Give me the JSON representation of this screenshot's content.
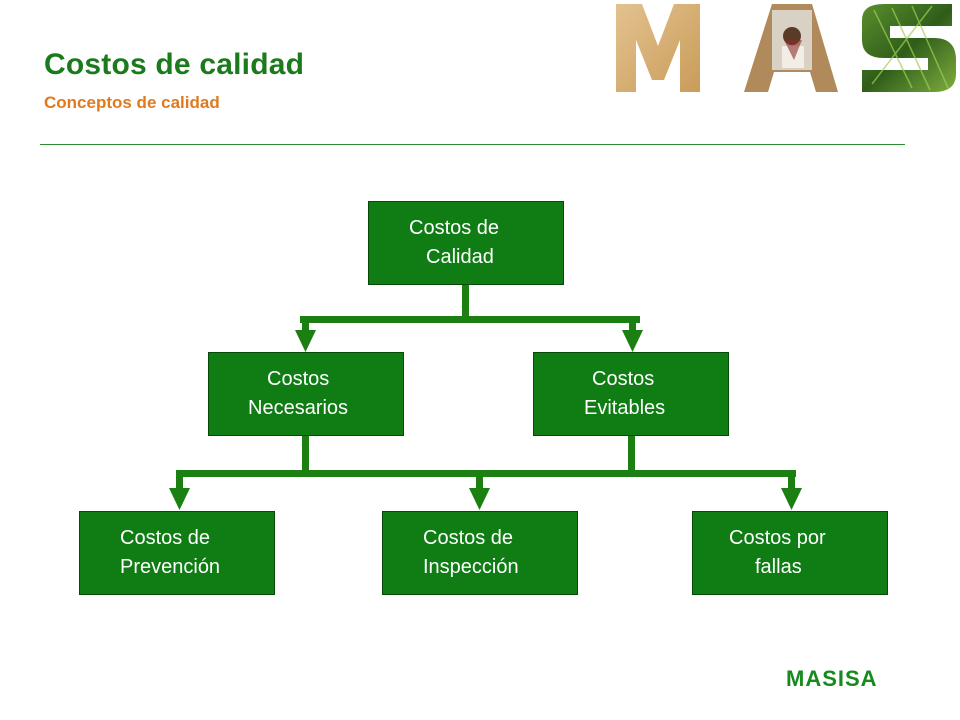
{
  "header": {
    "title": "Costos de calidad",
    "subtitle": "Conceptos de calidad"
  },
  "logo_top": {
    "text": "MAS",
    "icon": "mas-brand-logo"
  },
  "diagram": {
    "root": {
      "line1": "Costos de",
      "line2": "Calidad"
    },
    "level2": [
      {
        "line1": "Costos",
        "line2": "Necesarios"
      },
      {
        "line1": "Costos",
        "line2": "Evitables"
      }
    ],
    "level3": [
      {
        "line1": "Costos de",
        "line2": "Prevención"
      },
      {
        "line1": "Costos de",
        "line2": "Inspección"
      },
      {
        "line1": "Costos por",
        "line2": "fallas"
      }
    ]
  },
  "footer": {
    "brand": "MASISA"
  },
  "colors": {
    "node_fill": "#0f7d14",
    "title": "#1b7a1b",
    "subtitle": "#e07a1e"
  }
}
